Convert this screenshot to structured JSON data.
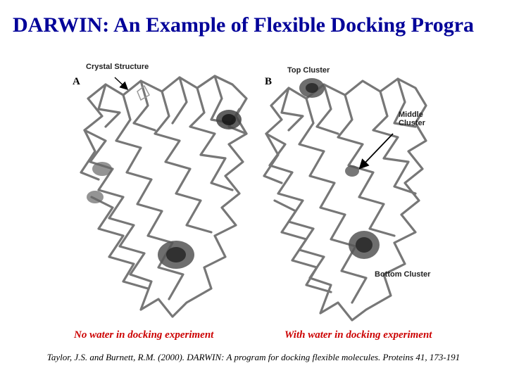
{
  "slide": {
    "title": "DARWIN: An Example of Flexible Docking Progra"
  },
  "figure": {
    "panel_a": {
      "letter": "A",
      "label_crystal": "Crystal Structure",
      "caption": "No water in docking experiment"
    },
    "panel_b": {
      "letter": "B",
      "label_top": "Top Cluster",
      "label_middle_1": "Middle",
      "label_middle_2": "Cluster",
      "label_bottom": "Bottom Cluster",
      "caption": "With water in docking experiment"
    }
  },
  "citation": "Taylor, J.S. and Burnett, R.M. (2000). DARWIN: A program for docking flexible molecules. Proteins 41, 173-191",
  "colors": {
    "title": "#000099",
    "caption": "#cc0000",
    "backbone": "#777777"
  }
}
